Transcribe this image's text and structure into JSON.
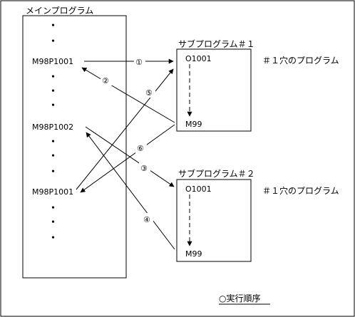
{
  "main_program": {
    "title": "メインプログラム",
    "dots_top": [
      "・",
      "・"
    ],
    "call1": "M98P1001",
    "dots_mid1": [
      "・",
      "・",
      "・",
      "・"
    ],
    "call2": "M98P1002",
    "dots_mid2": [
      "・",
      "・",
      "・"
    ],
    "call3": "M98P1001",
    "dots_bottom": [
      "・",
      "・",
      "・",
      "・"
    ]
  },
  "sub1": {
    "title": "サブプログラム＃１",
    "start": "O1001",
    "end": "M99",
    "note": "＃１穴のプログラム"
  },
  "sub2": {
    "title": "サブプログラム＃２",
    "start": "O1001",
    "end": "M99",
    "note": "＃１穴のプログラム"
  },
  "order_labels": [
    "①",
    "②",
    "③",
    "④",
    "⑤",
    "⑥"
  ],
  "legend": "○実行順序"
}
